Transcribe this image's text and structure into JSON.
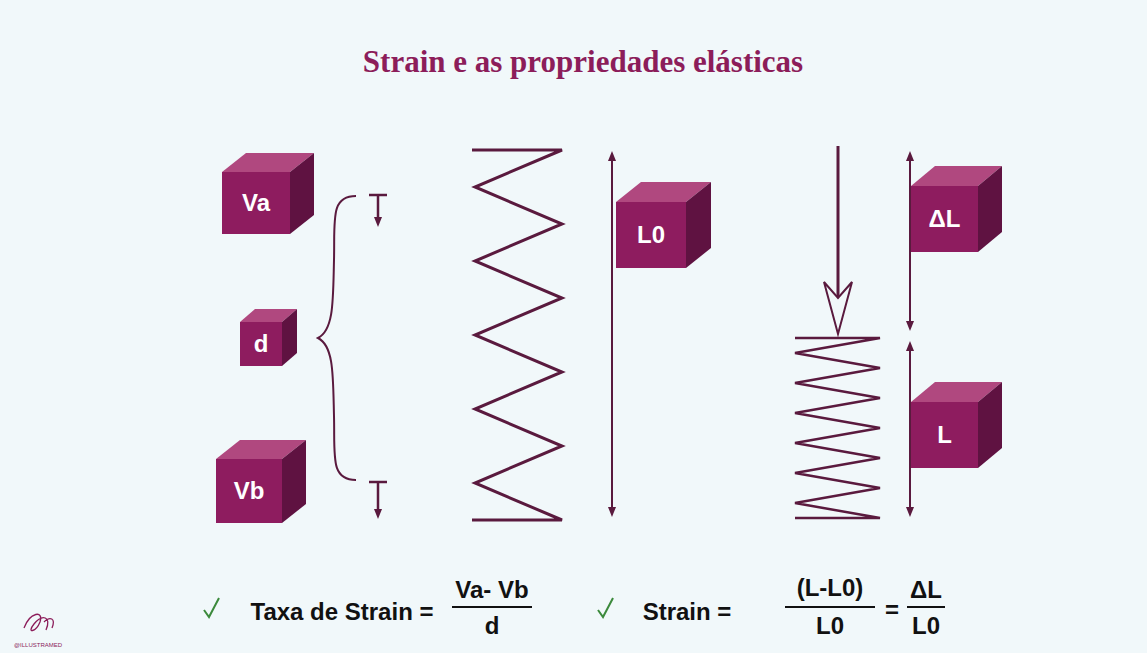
{
  "diagram": {
    "title": "Strain e as propriedades elásticas",
    "nodes": [
      {
        "text": [
          "Va"
        ]
      },
      {
        "text": [
          "d"
        ]
      },
      {
        "text": [
          "Vb"
        ]
      },
      {
        "text": [
          "L0"
        ]
      },
      {
        "text": [
          "ΔL"
        ]
      },
      {
        "text": [
          "L"
        ]
      }
    ],
    "labels": [
      "Taxa de Strain =",
      "Va- Vb",
      "d",
      "Strain =",
      "(L-L0)",
      "L0",
      "=",
      "ΔL",
      "L0",
      "@ILLUSTRAMED"
    ]
  }
}
